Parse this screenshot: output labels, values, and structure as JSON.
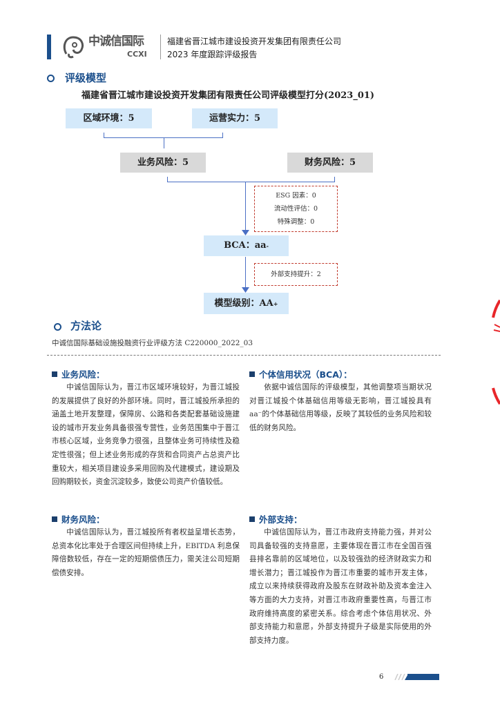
{
  "header": {
    "logo_cn": "中诚信国际",
    "logo_en": "CCXI",
    "title_line1": "福建省晋江城市建设投资开发集团有限责任公司",
    "title_line2": "2023 年度跟踪评级报告"
  },
  "section1": {
    "title": "评级模型",
    "chart_title": "福建省晋江城市建设投资开发集团有限责任公司评级模型打分(2023_01)"
  },
  "model": {
    "regional": "区域环境：5",
    "operation": "运营实力：5",
    "business_risk": "业务风险：5",
    "financial_risk": "财务风险：5",
    "adjustments": [
      "ESG 因素：0",
      "流动性评估：0",
      "特殊调整：0"
    ],
    "bca": "BCA：aa",
    "bca_sup": "-",
    "external": "外部支持提升：2",
    "final": "模型级别：AA",
    "final_sup": "+"
  },
  "section2": {
    "title": "方法论",
    "method": "中诚信国际基础设施投融资行业评级方法 C220000_2022_03"
  },
  "blocks": {
    "business": {
      "title": "业务风险：",
      "text": "中诚信国际认为，晋江市区域环境较好，为晋江城投的发展提供了良好的外部环境。同时，晋江城投所承担的涵盖土地开发整理，保障房、公路和各类配套基础设施建设的城市开发业务具备很强专营性，业务范围集中于晋江市核心区域，业务竞争力很强，且整体业务可持续性及稳定性很强；但上述业务形成的存货和合同资产占总资产比重较大，相关项目建设多采用回购及代建模式，建设期及回购期较长，资金沉淀较多，致使公司资产价值较低。"
    },
    "bca": {
      "title": "个体信用状况（BCA）：",
      "text": "依据中诚信国际的评级模型，其他调整项当期状况对晋江城投个体基础信用等级无影响，晋江城投具有 aa⁻的个体基础信用等级，反映了其较低的业务风险和较低的财务风险。"
    },
    "financial": {
      "title": "财务风险：",
      "text": "中诚信国际认为，晋江城投所有者权益呈增长态势，总资本化比率处于合理区间但持续上升，EBITDA 利息保障倍数较低，存在一定的短期偿债压力，需关注公司短期偿债安排。"
    },
    "external": {
      "title": "外部支持：",
      "text": "中诚信国际认为，晋江市政府支持能力强，并对公司具备较强的支持意愿，主要体现在晋江市在全国百强县排名靠前的区域地位，以及较强劲的经济财政实力和增长潜力；晋江城投作为晋江市重要的城市开发主体，成立以来持续获得政府及股东在财政补助及资本金注入等方面的大力支持，对晋江市政府重要性高，与晋江市政府维持高度的紧密关系。综合考虑个体信用状况、外部支持能力和意愿，外部支持提升子级是实际使用的外部支持力度。"
    }
  },
  "footer": {
    "page": "6"
  },
  "colors": {
    "brand": "#1b4f8c",
    "box_blue": "#d4e9fa",
    "box_gray": "#d9d9d9",
    "dash_red": "#c0392b"
  }
}
